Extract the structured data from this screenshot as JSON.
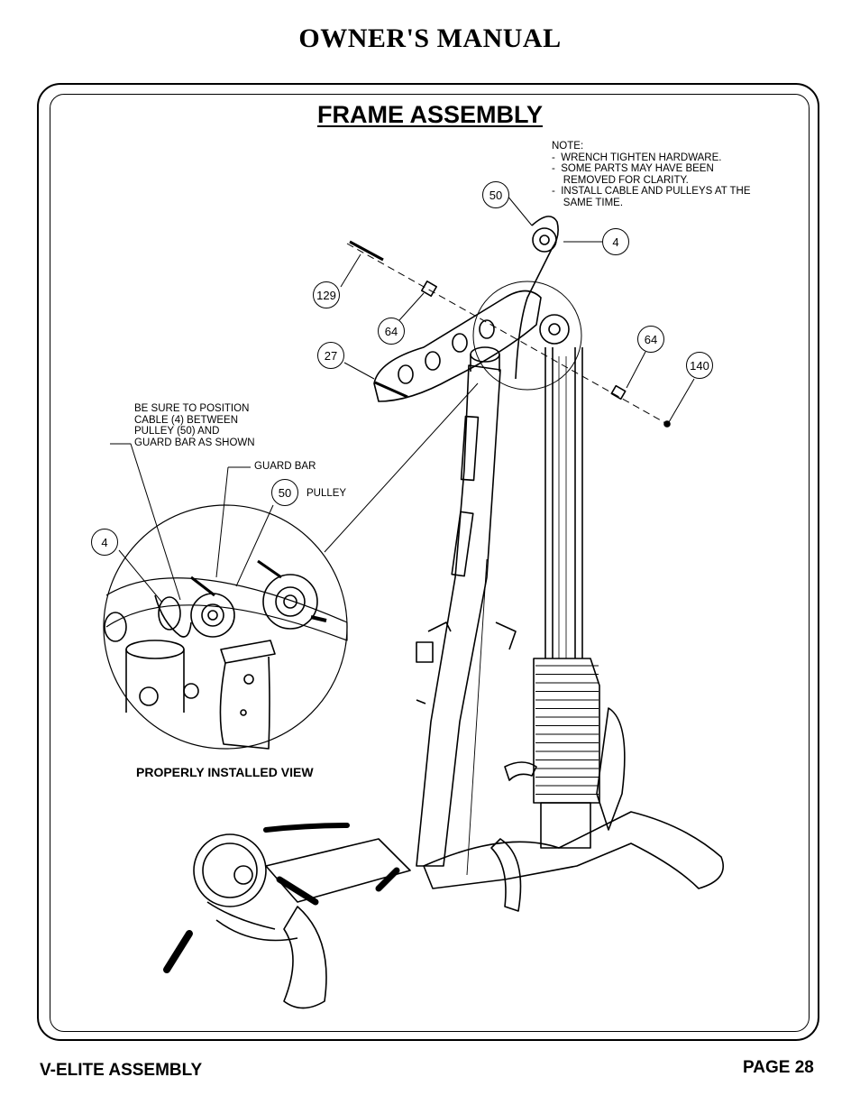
{
  "header": {
    "title": "OWNER'S MANUAL"
  },
  "section": {
    "title": "FRAME ASSEMBLY"
  },
  "note": {
    "text": "NOTE:\n-  WRENCH TIGHTEN HARDWARE.\n-  SOME PARTS MAY HAVE BEEN\n    REMOVED FOR CLARITY.\n-  INSTALL CABLE AND PULLEYS AT THE\n    SAME TIME."
  },
  "callout_note": {
    "text": "BE SURE TO POSITION\nCABLE (4) BETWEEN\nPULLEY (50) AND\nGUARD BAR AS SHOWN"
  },
  "labels": {
    "guard_bar": "GUARD BAR",
    "pulley": "PULLEY"
  },
  "balloons": {
    "b50_top": "50",
    "b4_top": "4",
    "b129": "129",
    "b64_left": "64",
    "b27": "27",
    "b64_right": "64",
    "b140": "140",
    "b50_detail": "50",
    "b4_detail": "4"
  },
  "view_caption": "PROPERLY INSTALLED VIEW",
  "footer": {
    "left": "V-ELITE ASSEMBLY",
    "right": "PAGE 28"
  }
}
